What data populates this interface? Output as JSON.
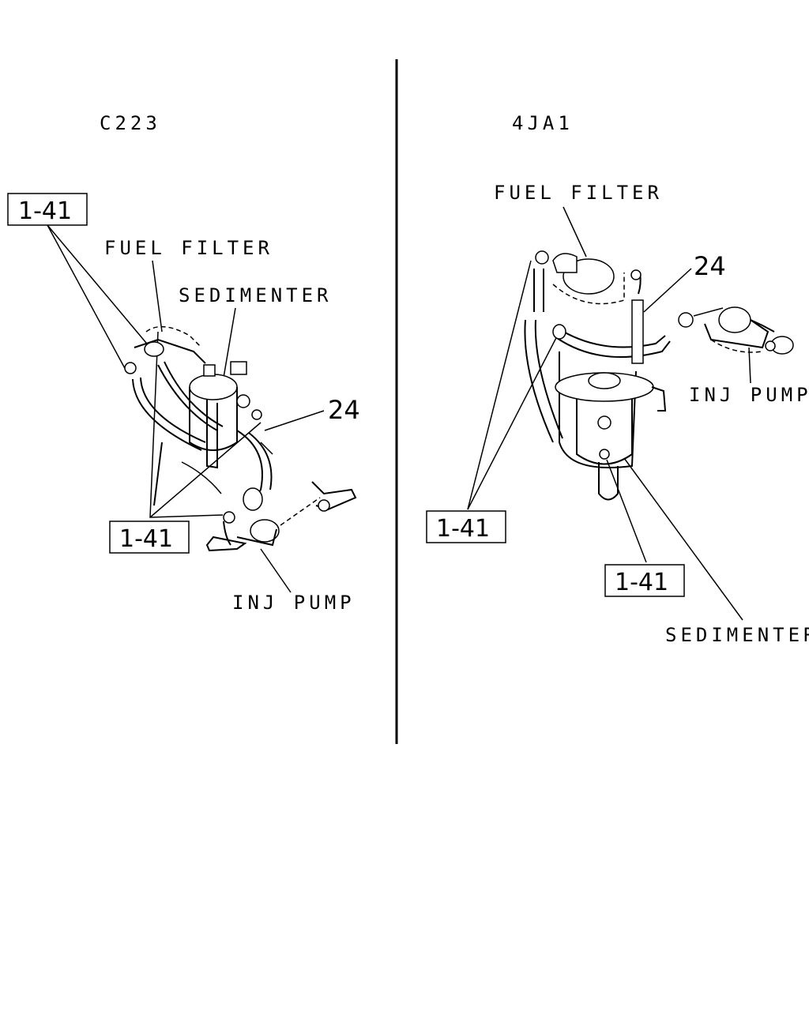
{
  "left": {
    "model": "C223",
    "fuel_filter": "FUEL FILTER",
    "sedimenter": "SEDIMENTER",
    "inj_pump": "INJ PUMP",
    "ref_top": "1-41",
    "ref_bottom": "1-41",
    "num_24": "24"
  },
  "right": {
    "model": "4JA1",
    "fuel_filter": "FUEL FILTER",
    "sedimenter": "SEDIMENTER",
    "inj_pump": "INJ PUMP",
    "ref_left": "1-41",
    "ref_bottom": "1-41",
    "num_24": "24"
  },
  "colors": {
    "ink": "#000000",
    "paper": "#ffffff"
  }
}
